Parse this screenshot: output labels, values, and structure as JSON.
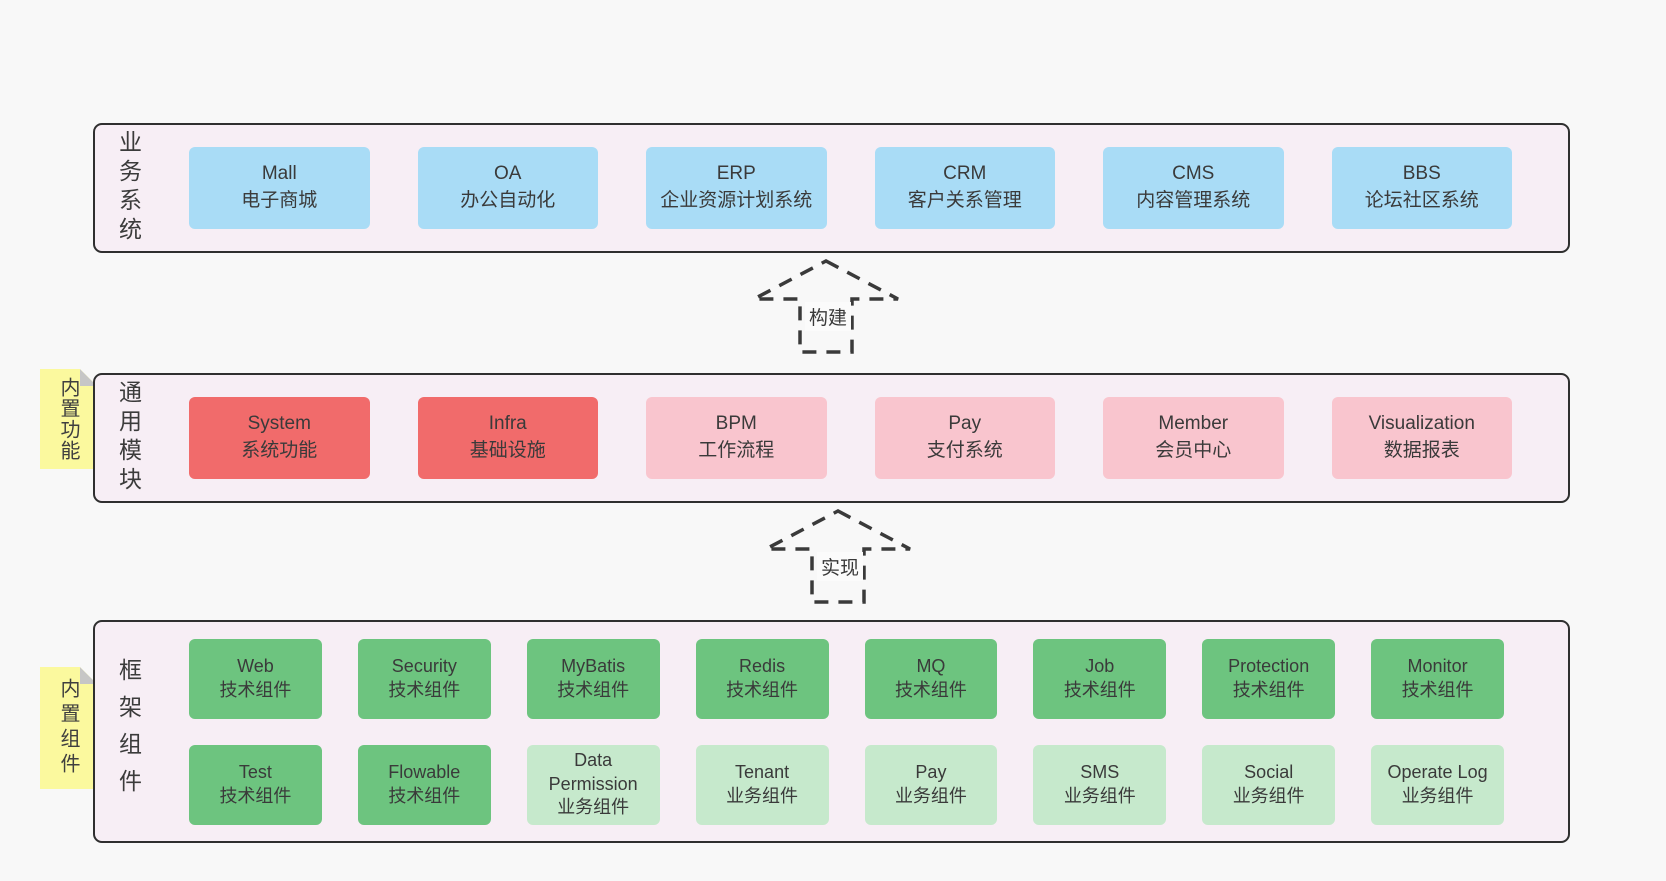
{
  "page": {
    "background": "#f8f8f8"
  },
  "palette": {
    "container_fill": "#f7eef5",
    "container_border": "#2f2f2f",
    "blue": "#a9dcf6",
    "red": "#f16b6b",
    "pink": "#f9c5ce",
    "green": "#6dc47f",
    "light_green": "#c6e9cc",
    "note_yellow": "#fbf99e",
    "note_fold": "#c6c6c6",
    "text": "#3b3b3b"
  },
  "sections": {
    "business": {
      "label": "业务系统",
      "boxes": [
        {
          "title": "Mall",
          "subtitle": "电子商城",
          "variant": "blue"
        },
        {
          "title": "OA",
          "subtitle": "办公自动化",
          "variant": "blue"
        },
        {
          "title": "ERP",
          "subtitle": "企业资源计划系统",
          "variant": "blue"
        },
        {
          "title": "CRM",
          "subtitle": "客户关系管理",
          "variant": "blue"
        },
        {
          "title": "CMS",
          "subtitle": "内容管理系统",
          "variant": "blue"
        },
        {
          "title": "BBS",
          "subtitle": "论坛社区系统",
          "variant": "blue"
        }
      ]
    },
    "modules": {
      "label": "通用模块",
      "note": "内置功能",
      "boxes": [
        {
          "title": "System",
          "subtitle": "系统功能",
          "variant": "red"
        },
        {
          "title": "Infra",
          "subtitle": "基础设施",
          "variant": "red"
        },
        {
          "title": "BPM",
          "subtitle": "工作流程",
          "variant": "pink"
        },
        {
          "title": "Pay",
          "subtitle": "支付系统",
          "variant": "pink"
        },
        {
          "title": "Member",
          "subtitle": "会员中心",
          "variant": "pink"
        },
        {
          "title": "Visualization",
          "subtitle": "数据报表",
          "variant": "pink"
        }
      ]
    },
    "framework": {
      "label": "框架组件",
      "note": "内置组件",
      "rows": [
        [
          {
            "title": "Web",
            "subtitle": "技术组件",
            "variant": "green"
          },
          {
            "title": "Security",
            "subtitle": "技术组件",
            "variant": "green"
          },
          {
            "title": "MyBatis",
            "subtitle": "技术组件",
            "variant": "green"
          },
          {
            "title": "Redis",
            "subtitle": "技术组件",
            "variant": "green"
          },
          {
            "title": "MQ",
            "subtitle": "技术组件",
            "variant": "green"
          },
          {
            "title": "Job",
            "subtitle": "技术组件",
            "variant": "green"
          },
          {
            "title": "Protection",
            "subtitle": "技术组件",
            "variant": "green"
          },
          {
            "title": "Monitor",
            "subtitle": "技术组件",
            "variant": "green"
          }
        ],
        [
          {
            "title": "Test",
            "subtitle": "技术组件",
            "variant": "green"
          },
          {
            "title": "Flowable",
            "subtitle": "技术组件",
            "variant": "green"
          },
          {
            "title": "Data Permission",
            "subtitle": "业务组件",
            "variant": "light-green"
          },
          {
            "title": "Tenant",
            "subtitle": "业务组件",
            "variant": "light-green"
          },
          {
            "title": "Pay",
            "subtitle": "业务组件",
            "variant": "light-green"
          },
          {
            "title": "SMS",
            "subtitle": "业务组件",
            "variant": "light-green"
          },
          {
            "title": "Social",
            "subtitle": "业务组件",
            "variant": "light-green"
          },
          {
            "title": "Operate Log",
            "subtitle": "业务组件",
            "variant": "light-green"
          }
        ]
      ]
    }
  },
  "arrows": [
    {
      "label": "构建"
    },
    {
      "label": "实现"
    }
  ]
}
